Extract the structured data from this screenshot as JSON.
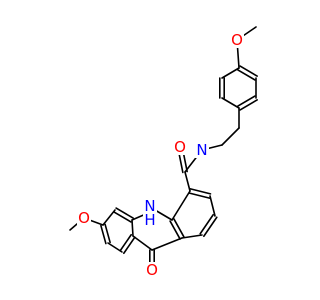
{
  "molecule": {
    "label_colors": {
      "O": "#ff0000",
      "N": "#0000ff",
      "C": "#000000"
    },
    "atoms": [
      {
        "id": "o_methoxy_top",
        "text": "O",
        "element": "O"
      },
      {
        "id": "o_methoxy_left",
        "text": "O",
        "element": "O"
      },
      {
        "id": "o_amide",
        "text": "O",
        "element": "O"
      },
      {
        "id": "o_ketone",
        "text": "O",
        "element": "O"
      },
      {
        "id": "n_amide",
        "text": "N",
        "element": "N"
      },
      {
        "id": "n_acridine",
        "text": "N",
        "element": "N"
      },
      {
        "id": "h_acridine",
        "text": "H",
        "element": "N"
      }
    ]
  }
}
